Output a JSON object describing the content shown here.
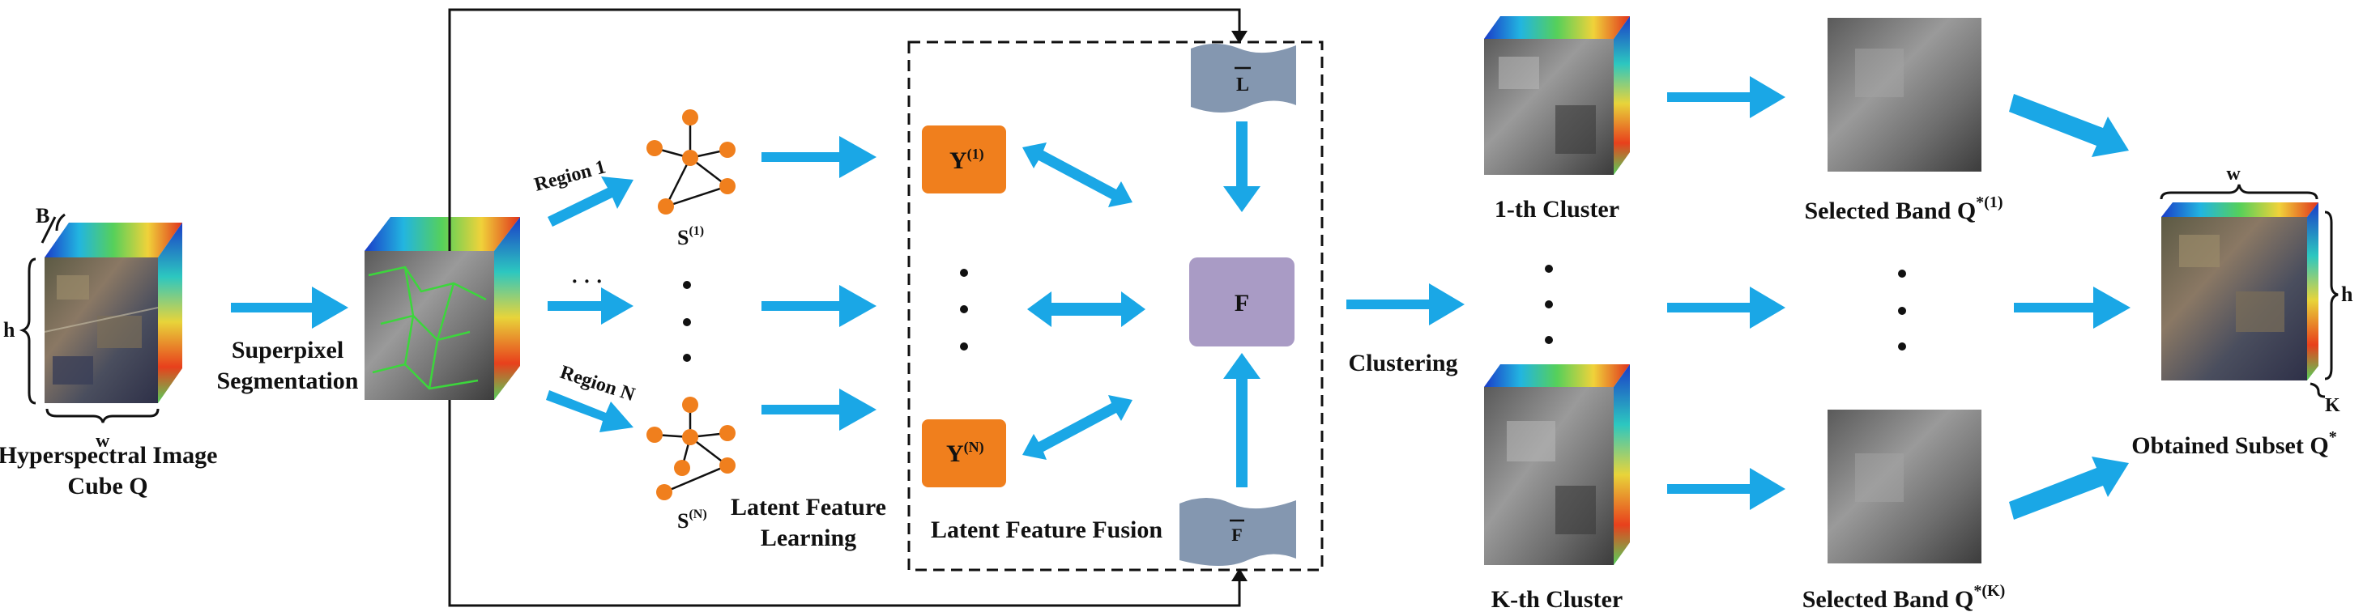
{
  "input": {
    "title_line1": "Hyperspectral Image",
    "title_line2": "Cube  Q",
    "dim_b": "B",
    "dim_h": "h",
    "dim_w": "w"
  },
  "segmentation": {
    "label_line1": "Superpixel",
    "label_line2": "Segmentation"
  },
  "regions": {
    "region1": "Region 1",
    "regionN": "Region N",
    "dots_h": "· · ·",
    "s1": "S",
    "s1_sup": "(1)",
    "sN": "S",
    "sN_sup": "(N)"
  },
  "learning": {
    "line1": "Latent Feature",
    "line2": "Learning"
  },
  "fusion": {
    "y1": "Y",
    "y1_sup": "(1)",
    "yN": "Y",
    "yN_sup": "(N)",
    "f": "F",
    "l_bar": "L",
    "f_bar": "F",
    "label": "Latent Feature Fusion"
  },
  "clustering": {
    "label": "Clustering"
  },
  "clusters": {
    "first": "1-th Cluster",
    "last": "K-th Cluster"
  },
  "selected": {
    "first": "Selected Band Q",
    "first_sup": "*(1)",
    "last": "Selected Band Q",
    "last_sup": "*(K)"
  },
  "output": {
    "label": "Obtained Subset Q",
    "label_sup": "*",
    "dim_w": "w",
    "dim_h": "h",
    "dim_k": "K"
  },
  "colors": {
    "arrow": "#1aa7e6",
    "y_box": "#f07f1d",
    "f_box": "#a99bc5",
    "wave": "#8497b0",
    "graph_node": "#f07f1d"
  }
}
